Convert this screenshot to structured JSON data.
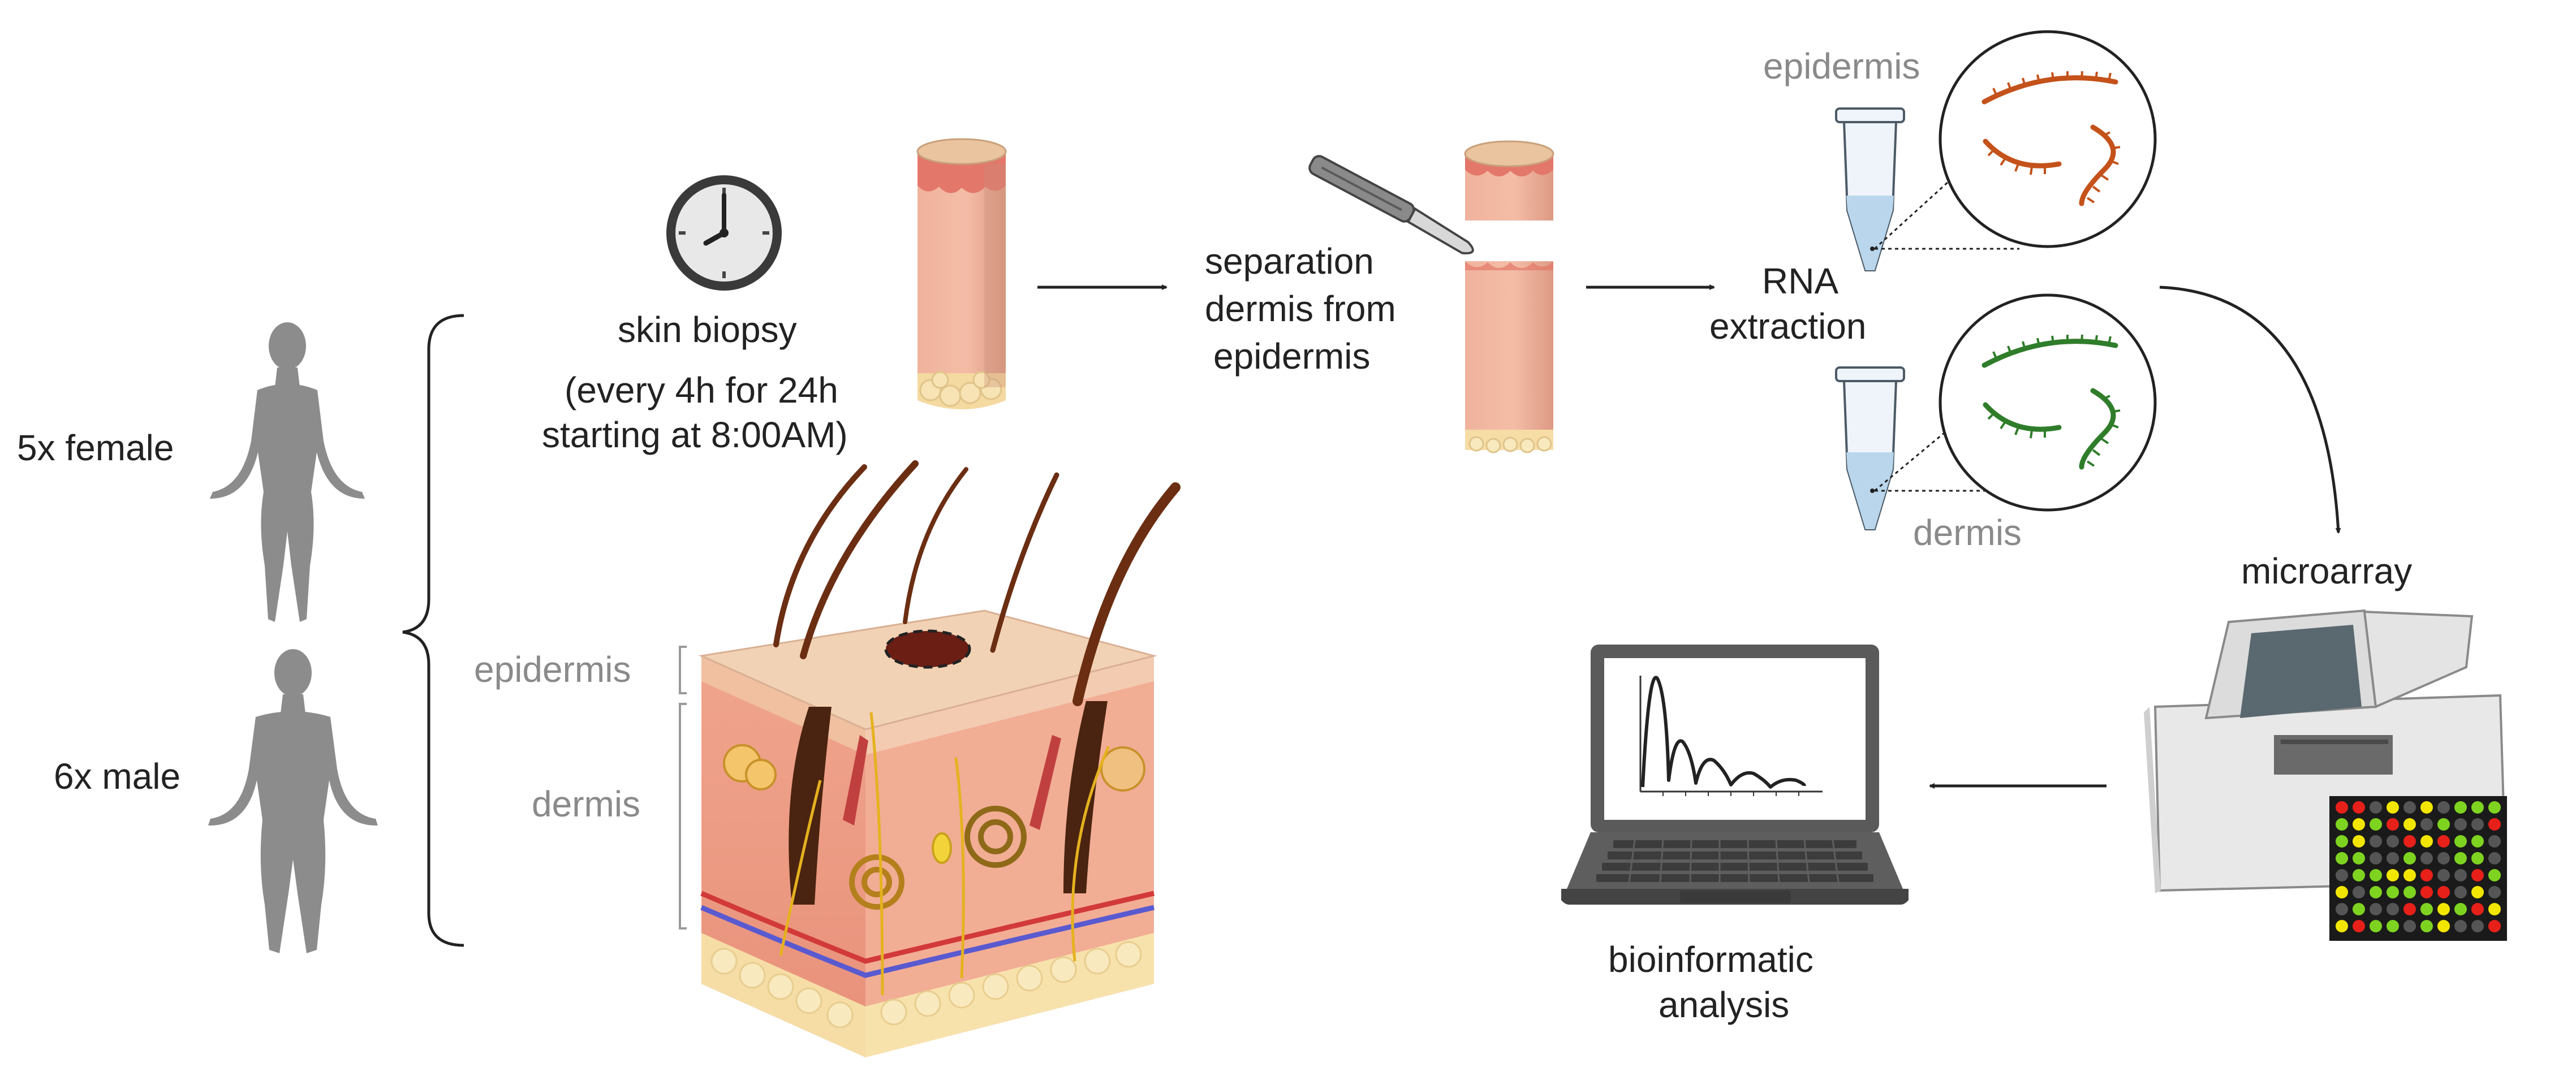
{
  "subjects": {
    "female": "5x female",
    "male": "6x male"
  },
  "biopsy": {
    "title": "skin biopsy",
    "schedule_line1": "(every 4h for 24h",
    "schedule_line2": "starting at 8:00AM)"
  },
  "skin_layers": {
    "epidermis": "epidermis",
    "dermis": "dermis"
  },
  "separation": {
    "line1": "separation",
    "line2": "dermis from",
    "line3": "epidermis"
  },
  "extraction": {
    "line1": "RNA",
    "line2": "extraction",
    "epidermis": "epidermis",
    "dermis": "dermis"
  },
  "microarray": {
    "label": "microarray"
  },
  "analysis": {
    "line1": "bioinformatic",
    "line2": "analysis"
  },
  "colors": {
    "text": "#222222",
    "grey_label": "#8a8a8a",
    "figure": "#8c8c8c",
    "epidermis_rna": "#c4521a",
    "dermis_rna": "#2f7d2a",
    "chip_red": "#e8201a",
    "chip_green": "#7ed321",
    "chip_yellow": "#f2e600"
  }
}
